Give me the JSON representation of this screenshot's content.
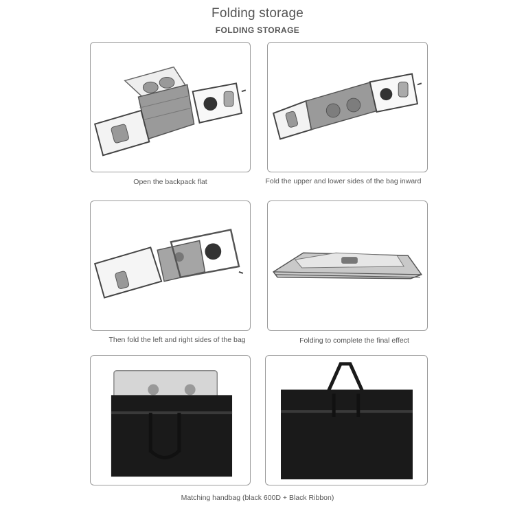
{
  "header": {
    "title": "Folding storage",
    "subtitle": "FOLDING STORAGE"
  },
  "steps": [
    {
      "caption": "Open the backpack flat",
      "image_icon": "flat-open-organizer-image"
    },
    {
      "caption": "Fold the upper and lower sides of the bag inward",
      "image_icon": "folded-sides-organizer-image"
    },
    {
      "caption": "Then fold the left and right sides of the bag",
      "image_icon": "folding-left-right-image"
    },
    {
      "caption": "Folding to complete the final effect",
      "image_icon": "flat-folded-organizer-image"
    }
  ],
  "handbag": {
    "caption": "Matching handbag (black 600D + Black Ribbon)",
    "images": [
      "handbag-with-organizer-image",
      "black-handbag-image"
    ]
  },
  "colors": {
    "frame": "#9a9a9a",
    "text": "#555555",
    "bag_black": "#1a1a1a",
    "mesh": "#8d8d8d"
  }
}
